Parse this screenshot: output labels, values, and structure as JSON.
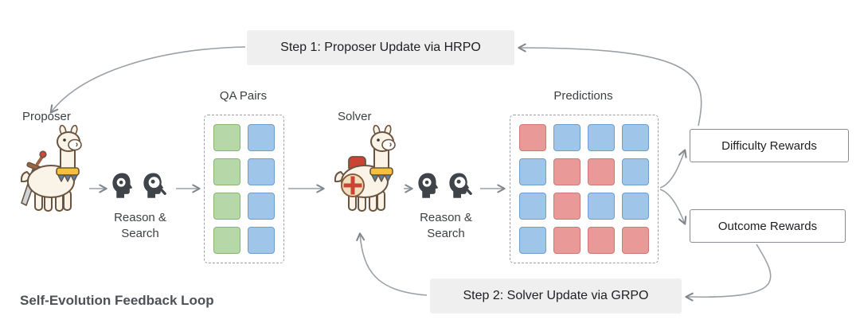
{
  "diagram": {
    "footer_title": "Self-Evolution Feedback Loop",
    "step1_label": "Step 1: Proposer Update via HRPO",
    "step2_label": "Step 2: Solver Update via GRPO",
    "proposer_label": "Proposer",
    "solver_label": "Solver",
    "reason_search_label": "Reason & Search",
    "qa_pairs": {
      "label": "QA Pairs",
      "grid": [
        [
          "green",
          "blue"
        ],
        [
          "green",
          "blue"
        ],
        [
          "green",
          "blue"
        ],
        [
          "green",
          "blue"
        ]
      ]
    },
    "predictions": {
      "label": "Predictions",
      "grid": [
        [
          "red",
          "blue",
          "blue",
          "blue"
        ],
        [
          "blue",
          "red",
          "red",
          "blue"
        ],
        [
          "blue",
          "red",
          "blue",
          "blue"
        ],
        [
          "blue",
          "red",
          "red",
          "red"
        ]
      ]
    },
    "difficulty_rewards_label": "Difficulty Rewards",
    "outcome_rewards_label": "Outcome Rewards"
  },
  "icons": {
    "reason": "head-gear-icon",
    "search": "head-magnifier-icon",
    "proposer": "llama-with-sword-illustration",
    "solver": "llama-with-shield-illustration"
  },
  "colors": {
    "green": {
      "fill": "#b6d7a8",
      "border": "#88b573"
    },
    "blue": {
      "fill": "#9fc5e8",
      "border": "#6e9fcc"
    },
    "red": {
      "fill": "#ea9999",
      "border": "#cc7a72"
    },
    "arrow": "#9aa0a6",
    "step_box_bg": "#efefef"
  }
}
